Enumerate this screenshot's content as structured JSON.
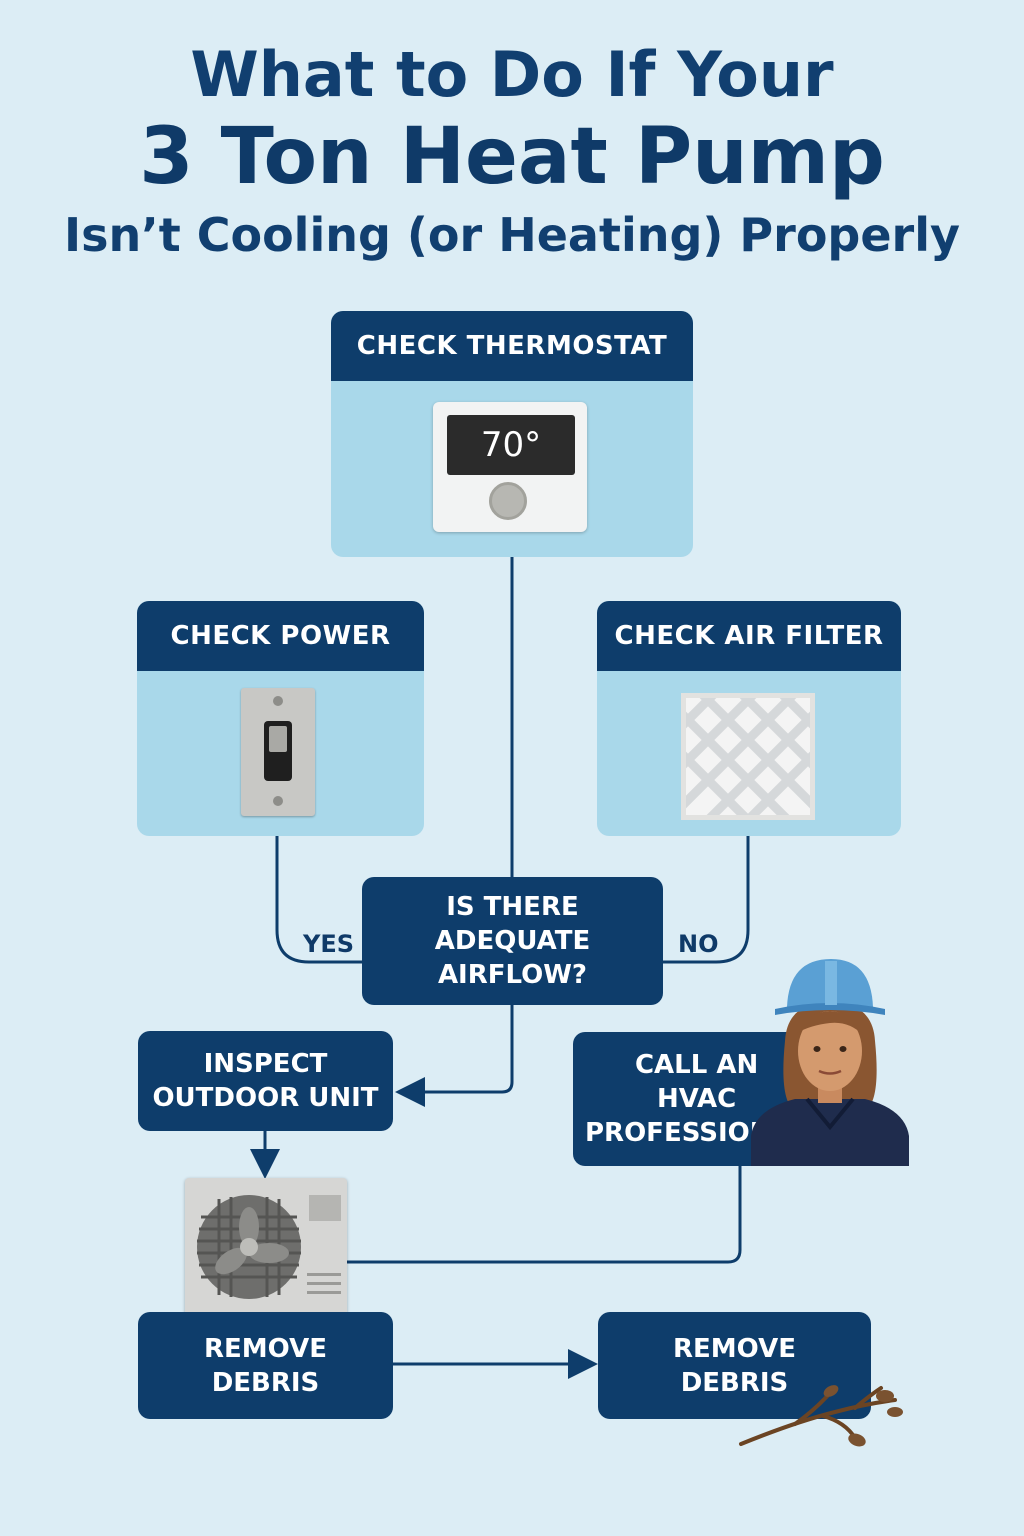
{
  "title": {
    "line1": "What to Do If Your",
    "line2": "3 Ton Heat Pump",
    "line3": "Isn’t Cooling (or Heating) Properly"
  },
  "steps": {
    "thermostat": {
      "label": "CHECK THERMOSTAT",
      "display": "70°",
      "icon": "thermostat-icon"
    },
    "power": {
      "label": "CHECK POWER",
      "icon": "light-switch-icon"
    },
    "filter": {
      "label": "CHECK AIR FILTER",
      "icon": "air-filter-icon"
    }
  },
  "decision": {
    "lines": [
      "IS THERE",
      "ADEQUATE",
      "AIRFLOW?"
    ],
    "yes": "YES",
    "no": "NO"
  },
  "inspect": {
    "lines": [
      "INSPECT",
      "OUTDOOR UNIT"
    ]
  },
  "call_pro": {
    "lines": [
      "CALL AN",
      "HVAC",
      "PROFESSIONAL"
    ],
    "icon": "technician-icon"
  },
  "outdoor_unit": {
    "icon": "outdoor-unit-icon"
  },
  "remove_left": {
    "lines": [
      "REMOVE",
      "DEBRIS"
    ]
  },
  "remove_right": {
    "lines": [
      "REMOVE",
      "DEBRIS"
    ],
    "icon": "debris-twig-icon"
  },
  "colors": {
    "navy": "#0e3d6b",
    "panel": "#a9d8ea",
    "background": "#dcedf5",
    "accent": "#6ec1e4"
  }
}
